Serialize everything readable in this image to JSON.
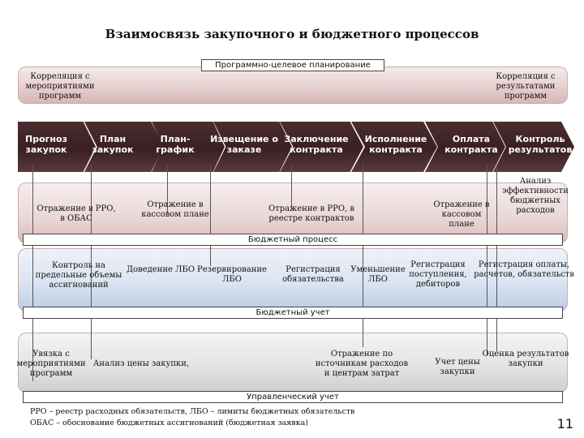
{
  "title": "Взаимосвязь закупочного и бюджетного процессов",
  "band1": {
    "label": "Программно-целевое планирование",
    "left_text": "Корреляция с мероприятиями программ",
    "right_text": "Корреляция с результатами программ"
  },
  "process_steps": [
    "Прогноз закупок",
    "План закупок",
    "План-график",
    "Извещение о заказе",
    "Заключение контракта",
    "Исполнение контракта",
    "Оплата контракта",
    "Контроль результатов"
  ],
  "band2": {
    "label": "Бюджетный процесс",
    "items": [
      "Отражение в РРО, в ОБАС",
      "Отражение в кассовом плане",
      "Отражение в РРО, в реестре контрактов",
      "Отражение в кассовом плане",
      "Анализ эффективности бюджетных расходов"
    ]
  },
  "band3": {
    "label": "Бюджетный учет",
    "items": [
      "Контроль на предельные объемы ассигнований",
      "Доведение ЛБО",
      "Резервирование ЛБО",
      "Регистрация обязательства",
      "Уменьшение ЛБО",
      "Регистрация поступления, дебиторов",
      "Регистрация оплаты, расчетов, обязательств"
    ]
  },
  "band4": {
    "label": "Управленческий учет",
    "items": [
      "Увязка с мероприятиями программ",
      "Анализ цены закупки,",
      "Отражение по источникам расходов и центрам затрат",
      "Учет цены закупки",
      "Оценка результатов закупки"
    ]
  },
  "footnotes": [
    "РРО – реестр расходных обязательств, ЛБО – лимиты бюджетных обязательств",
    "ОБАС – обоснование бюджетных ассигнований (бюджетная заявка)"
  ],
  "page_number": "11"
}
